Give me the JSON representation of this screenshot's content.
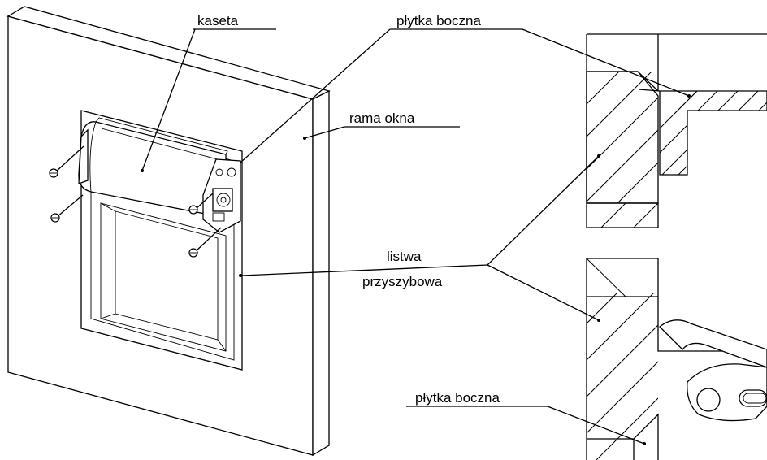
{
  "labels": {
    "kaseta": "kaseta",
    "plytka_boczna_top": "płytka boczna",
    "rama_okna": "rama okna",
    "listwa_line1": "listwa",
    "listwa_line2": "przyszybowa",
    "plytka_boczna_bottom": "płytka boczna"
  }
}
